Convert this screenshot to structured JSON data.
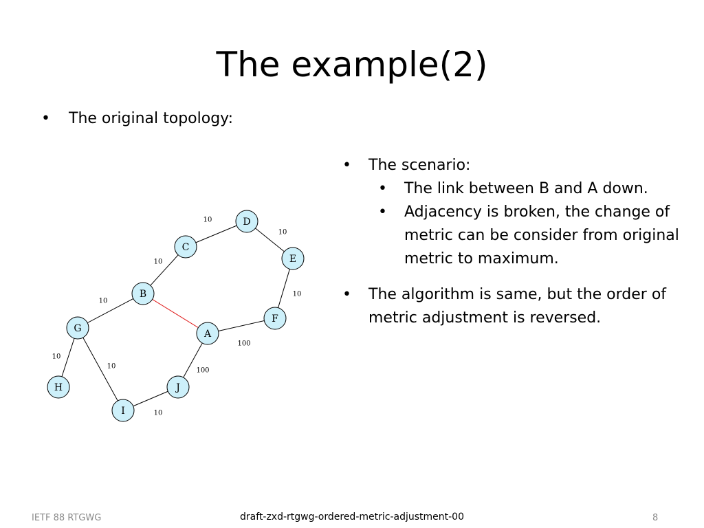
{
  "slide": {
    "title": "The example(2)",
    "left_bullet": "The original topology:",
    "right_bullets": [
      {
        "text": "The scenario:",
        "level": 1
      },
      {
        "text": "The link between B and A down.",
        "level": 2
      },
      {
        "text": "Adjacency is broken, the change of metric can be consider from original metric to maximum.",
        "level": 2
      },
      {
        "text": "The algorithm is same, but the order of metric adjustment is reversed.",
        "level": 1
      }
    ],
    "bullet_char": "•"
  },
  "diagram": {
    "node_fill": "#cdf0fa",
    "link_color": "#000000",
    "failed_link_color": "#e02020",
    "nodes": [
      "A",
      "B",
      "C",
      "D",
      "E",
      "F",
      "G",
      "H",
      "I",
      "J"
    ],
    "links": [
      {
        "from": "C",
        "to": "D",
        "metric": "10"
      },
      {
        "from": "D",
        "to": "E",
        "metric": "10"
      },
      {
        "from": "B",
        "to": "C",
        "metric": "10"
      },
      {
        "from": "E",
        "to": "F",
        "metric": "10"
      },
      {
        "from": "G",
        "to": "B",
        "metric": "10"
      },
      {
        "from": "B",
        "to": "A",
        "metric": "",
        "failed": true
      },
      {
        "from": "A",
        "to": "F",
        "metric": "100"
      },
      {
        "from": "G",
        "to": "H",
        "metric": "10"
      },
      {
        "from": "G",
        "to": "I",
        "metric": "10"
      },
      {
        "from": "J",
        "to": "A",
        "metric": "100"
      },
      {
        "from": "I",
        "to": "J",
        "metric": "10"
      }
    ]
  },
  "footer": {
    "left": "IETF 88 RTGWG",
    "center": "draft-zxd-rtgwg-ordered-metric-adjustment-00",
    "right": "8"
  }
}
